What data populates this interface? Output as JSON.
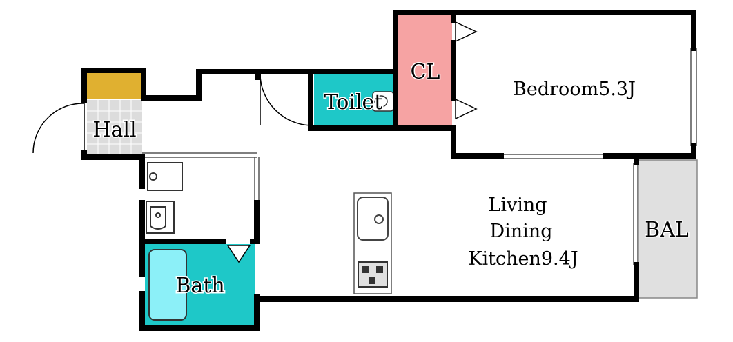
{
  "rooms": {
    "hall": "Hall",
    "toilet": "Toilet",
    "closet": "CL",
    "bedroom": "Bedroom5.3J",
    "ldk_line1": "Living",
    "ldk_line2": "Dining",
    "ldk_line3": "Kitchen9.4J",
    "balcony": "BAL",
    "bath": "Bath"
  },
  "colors": {
    "wall": "#000000",
    "shoe_box": "#e0b030",
    "toilet_fill": "#1ec8c8",
    "closet_fill": "#f6a3a3",
    "bath_fill": "#1ec8c8",
    "tub_fill": "#8cf0f8",
    "hall_tile": "#dcdcdc",
    "balcony_fill": "#e0e0e0"
  }
}
